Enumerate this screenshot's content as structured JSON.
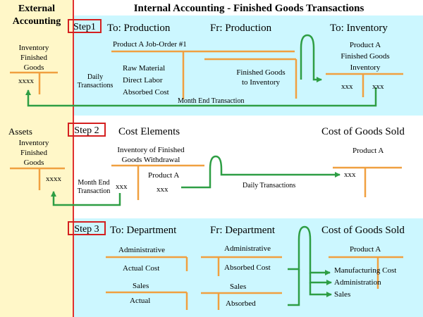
{
  "title": "Internal Accounting - Finished Goods Transactions",
  "left": {
    "heading_line1": "External",
    "heading_line2": "Accounting",
    "inv_top": [
      "Inventory",
      "Finished",
      "Goods"
    ],
    "inv_top_value": "xxxx",
    "assets": "Assets",
    "inv_bottom": [
      "Inventory",
      "Finished",
      "Goods"
    ],
    "inv_bottom_value": "xxxx"
  },
  "step1": {
    "label": "Step1",
    "to_production": "To: Production",
    "fr_production": "Fr: Production",
    "to_inventory": "To: Inventory",
    "job_order": "Product A  Job-Order #1",
    "daily": [
      "Daily",
      "Transactions"
    ],
    "debits": [
      "Raw Material",
      "Direct Labor",
      "Absorbed Cost"
    ],
    "fr_credit": [
      "Finished Goods",
      "to Inventory"
    ],
    "inv_title": [
      "Product A",
      "Finished Goods",
      "Inventory"
    ],
    "inv_debit": "xxx",
    "inv_credit": "xxx",
    "month_end": "Month End Transaction"
  },
  "step2": {
    "label": "Step 2",
    "cost_elements": "Cost Elements",
    "cogs": "Cost of Goods Sold",
    "withdrawal": [
      "Inventory of Finished",
      "Goods Withdrawal"
    ],
    "product": "Product A",
    "month_end": [
      "Month End",
      "Transaction"
    ],
    "left_value": "xxx",
    "right_value": "xxx",
    "daily": "Daily Transactions",
    "cogs_product": "Product A",
    "cogs_value": "xxx"
  },
  "step3": {
    "label": "Step 3",
    "to_department": "To: Department",
    "fr_department": "Fr: Department",
    "cogs": "Cost of Goods Sold",
    "admin_title": "Administrative",
    "admin_value": "Actual Cost",
    "sales_title": "Sales",
    "sales_value": "Actual",
    "fr_admin_title": "Administrative",
    "fr_admin_value": "Absorbed Cost",
    "fr_sales_title": "Sales",
    "fr_sales_value": "Absorbed",
    "cogs_product": "Product A",
    "cogs_lines": [
      "Manufacturing Cost",
      "Administration",
      "Sales"
    ]
  },
  "colors": {
    "t_account": "#f0a040",
    "arrow": "#2e9e44",
    "step_border": "#d42020",
    "band": "#ccf7ff",
    "left_panel": "#fff7c8"
  }
}
